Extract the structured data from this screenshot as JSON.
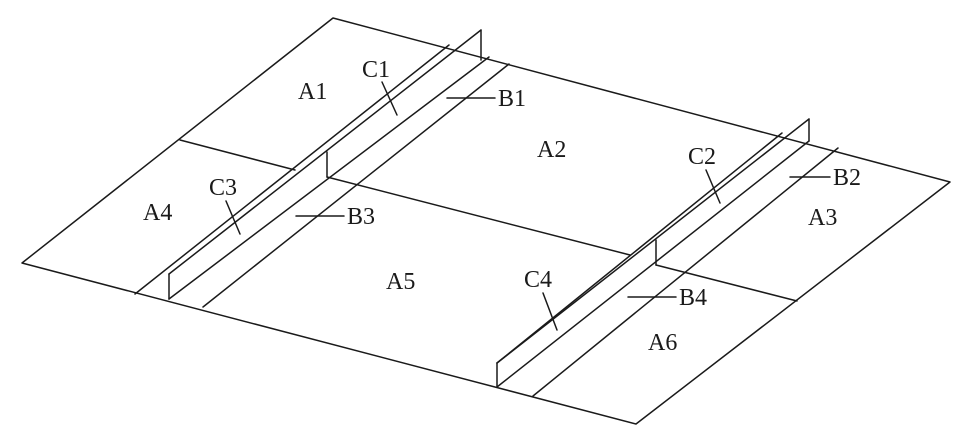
{
  "diagram": {
    "colors": {
      "line": "#1a1a1a",
      "background": "#ffffff"
    },
    "labels": {
      "a1": "A1",
      "a2": "A2",
      "a3": "A3",
      "a4": "A4",
      "a5": "A5",
      "a6": "A6",
      "b1": "B1",
      "b2": "B2",
      "b3": "B3",
      "b4": "B4",
      "c1": "C1",
      "c2": "C2",
      "c3": "C3",
      "c4": "C4"
    }
  }
}
